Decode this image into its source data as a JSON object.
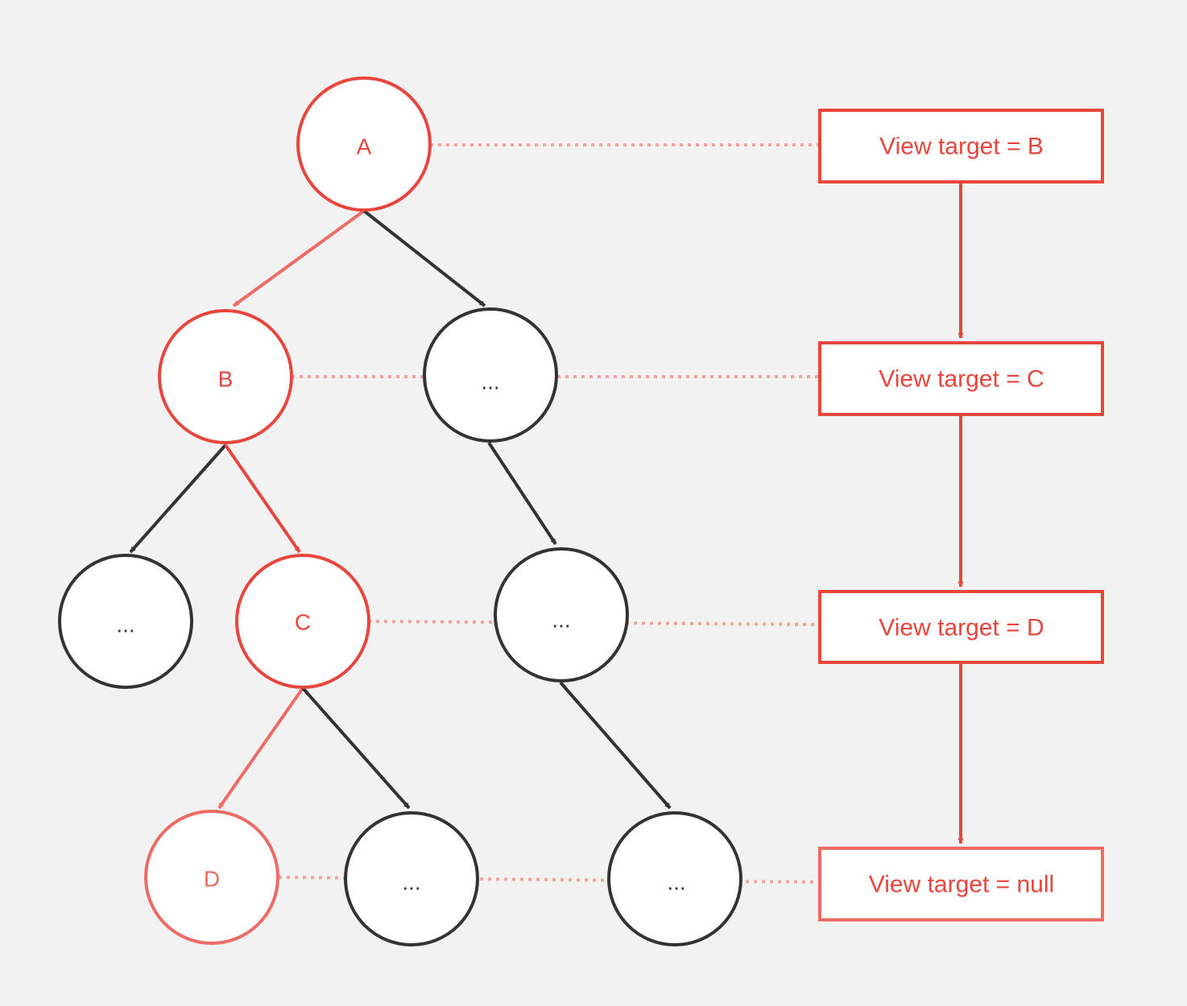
{
  "colors": {
    "background": "#f2f2f2",
    "highlight": "#e8453c",
    "highlight_light": "#ee6b65",
    "node_dark": "#333333",
    "connector_dotted": "#f3a3a0"
  },
  "tree": {
    "nodes": {
      "a": {
        "label": "A",
        "style": "highlight"
      },
      "b": {
        "label": "B",
        "style": "highlight"
      },
      "right1": {
        "label": "...",
        "style": "dark"
      },
      "left2": {
        "label": "...",
        "style": "dark"
      },
      "c": {
        "label": "C",
        "style": "highlight"
      },
      "right2": {
        "label": "...",
        "style": "dark"
      },
      "d": {
        "label": "D",
        "style": "highlight_light"
      },
      "mid3": {
        "label": "...",
        "style": "dark"
      },
      "right3": {
        "label": "...",
        "style": "dark"
      }
    }
  },
  "view_targets": {
    "level1": "View target = B",
    "level2": "View target = C",
    "level3": "View target = D",
    "level4": "View target = null"
  }
}
